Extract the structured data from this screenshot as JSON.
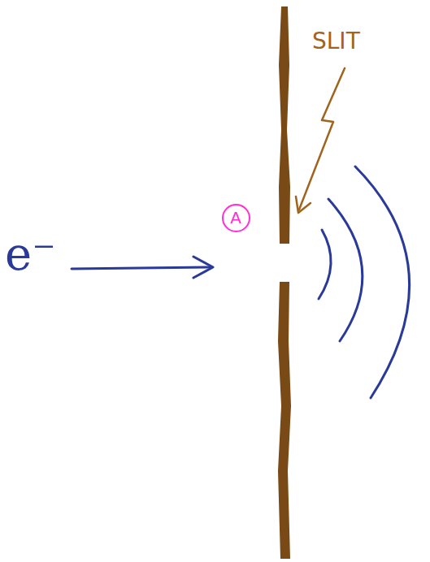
{
  "diagram": {
    "nodes": [
      {
        "text": [
          "A"
        ]
      }
    ],
    "labels": [
      "e⁻",
      "SLIT"
    ]
  }
}
